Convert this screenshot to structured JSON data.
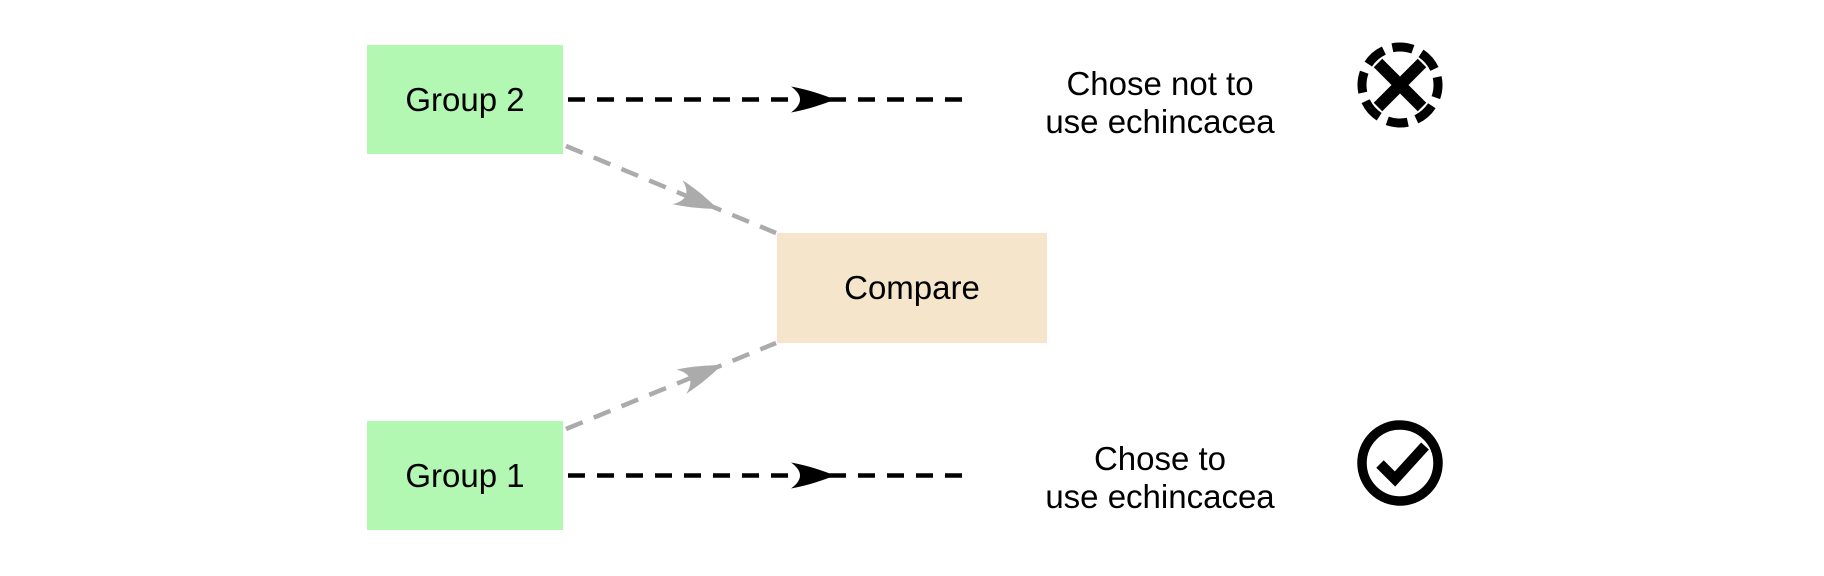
{
  "diagram": {
    "nodes": {
      "group2": {
        "label": "Group 2"
      },
      "group1": {
        "label": "Group 1"
      },
      "compare": {
        "label": "Compare"
      }
    },
    "outcomes": {
      "not_use": {
        "text": "Chose not to\nuse echincacea",
        "icon": "dashed-circle-x-icon"
      },
      "use": {
        "text": "Chose to\nuse echincacea",
        "icon": "circle-check-icon"
      }
    },
    "colors": {
      "group_fill": "#B2F8B2",
      "compare_fill": "#F5E6CB",
      "connector_black": "#000000",
      "connector_gray": "#ABABAB",
      "icon_stroke": "#000000",
      "background": "#FFFFFF"
    }
  }
}
